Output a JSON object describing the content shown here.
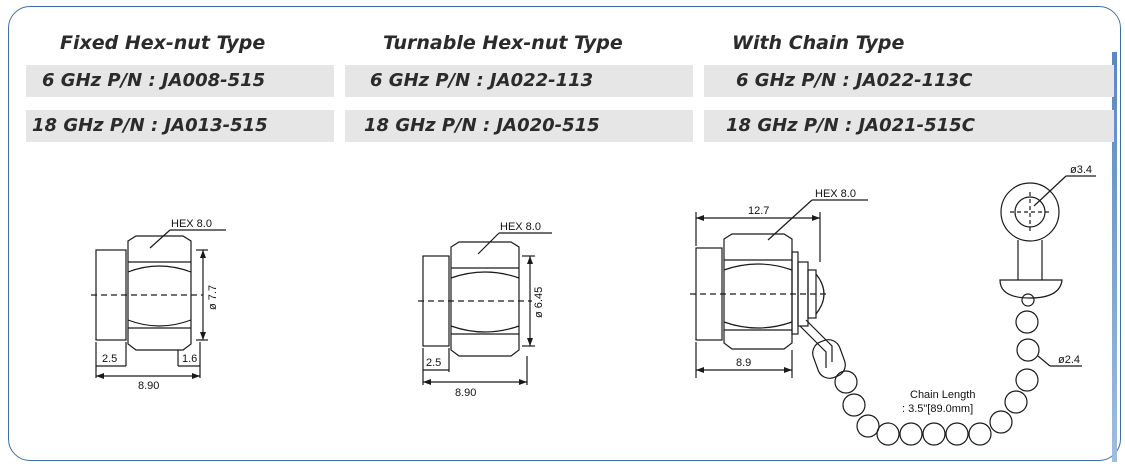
{
  "columns": [
    {
      "title": "Fixed Hex-nut Type",
      "pn_6ghz": "6 GHz  P/N : JA008-515",
      "pn_18ghz": "18 GHz  P/N : JA013-515",
      "labels": {
        "hex": "HEX 8.0",
        "dia": "ø 7.7",
        "left": "2.5",
        "right": "1.6",
        "total": "8.90"
      }
    },
    {
      "title": "Turnable Hex-nut Type",
      "pn_6ghz": "6 GHz  P/N : JA022-113",
      "pn_18ghz": "18 GHz  P/N : JA020-515",
      "labels": {
        "hex": "HEX 8.0",
        "dia": "ø 6.45",
        "left": "2.5",
        "total": "8.90"
      }
    },
    {
      "title": "With Chain Type",
      "pn_6ghz": "6 GHz  P/N : JA022-113C",
      "pn_18ghz": "18 GHz  P/N : JA021-515C",
      "labels": {
        "hex": "HEX 8.0",
        "length": "12.7",
        "body": "8.9",
        "ring": "ø3.4",
        "bead": "ø2.4",
        "chain_line1": "Chain Length",
        "chain_line2": ": 3.5\"[89.0mm]"
      }
    }
  ],
  "colors": {
    "border": "#3f6ea7",
    "band": "#e6e6e6",
    "line": "#1a1a1a"
  }
}
